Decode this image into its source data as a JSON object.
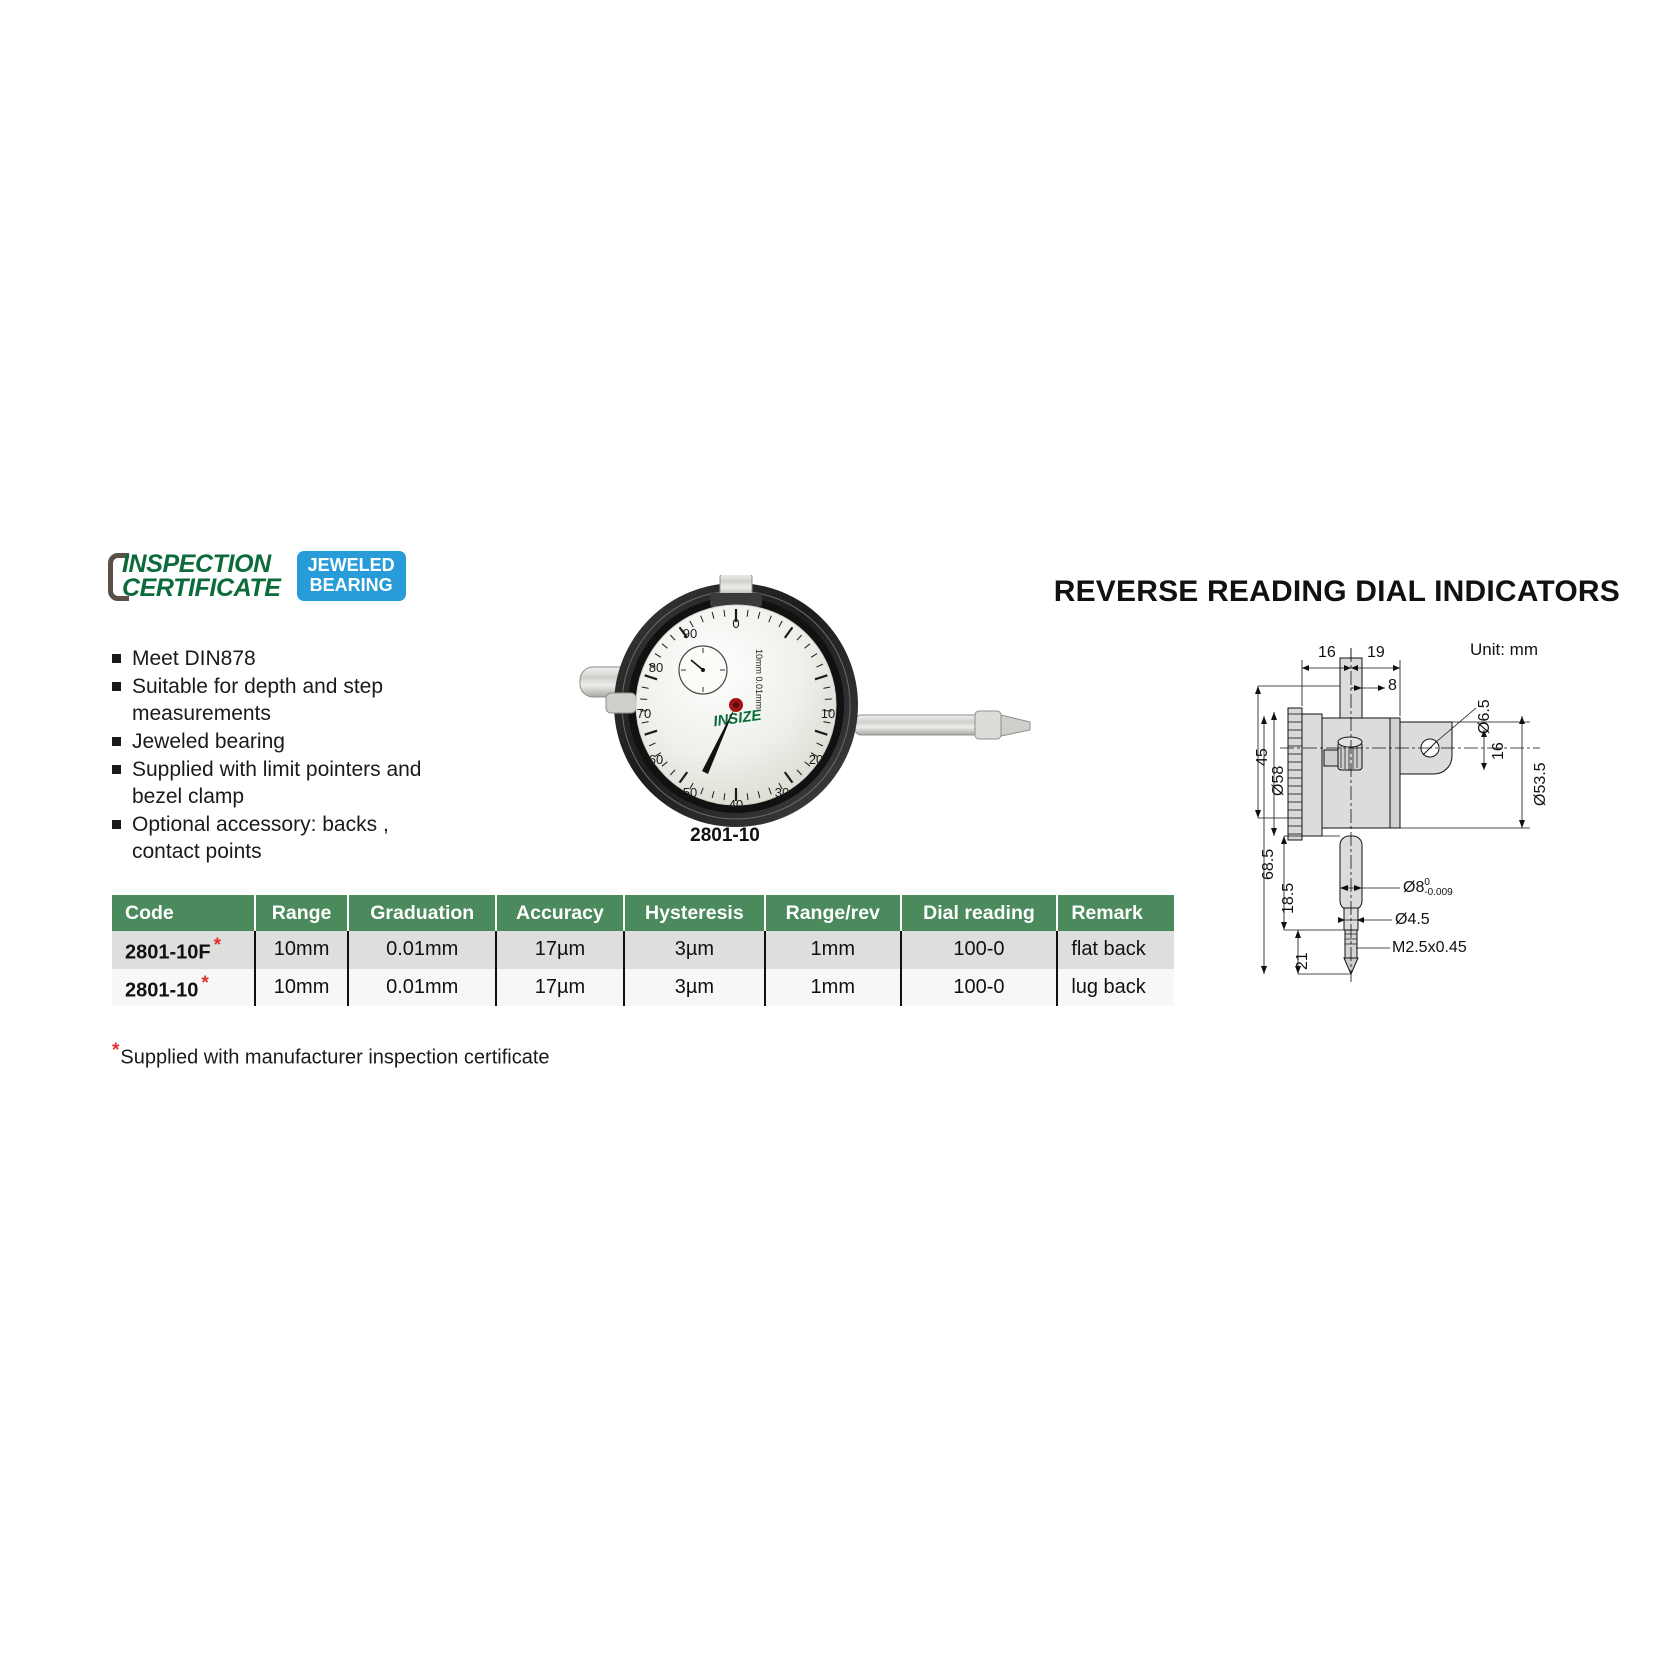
{
  "header": {
    "title": "REVERSE READING DIAL INDICATORS"
  },
  "badges": {
    "inspection": {
      "line1": "INSPECTION",
      "line2": "CERTIFICATE",
      "color": "#0b6b3a",
      "icon": "bracket-icon"
    },
    "jeweled": {
      "line1": "JEWELED",
      "line2": "BEARING",
      "color": "#279cd8"
    }
  },
  "features": [
    "Meet DIN878",
    "Suitable for depth and step measurements",
    "Jeweled bearing",
    "Supplied with limit pointers and bezel clamp",
    "Optional accessory: backs , contact points"
  ],
  "product": {
    "caption": "2801-10",
    "brand": "INSIZE",
    "dial": {
      "graduation_text": "0.01mm",
      "range_text": "10mm",
      "small_dial_text": "10mm 0.01mm",
      "major_ticks": [
        "0",
        "10",
        "20",
        "30",
        "40",
        "50",
        "60",
        "70",
        "80",
        "90"
      ]
    }
  },
  "table": {
    "headers": [
      "Code",
      "Range",
      "Graduation",
      "Accuracy",
      "Hysteresis",
      "Range/rev",
      "Dial reading",
      "Remark"
    ],
    "rows": [
      {
        "code": "2801-10F",
        "star": "*",
        "range": "10mm",
        "graduation": "0.01mm",
        "accuracy": "17µm",
        "hysteresis": "3µm",
        "range_rev": "1mm",
        "dial_reading": "100-0",
        "remark": "flat back"
      },
      {
        "code": "2801-10",
        "star": "*",
        "range": "10mm",
        "graduation": "0.01mm",
        "accuracy": "17µm",
        "hysteresis": "3µm",
        "range_rev": "1mm",
        "dial_reading": "100-0",
        "remark": "lug back"
      }
    ],
    "header_color": "#4a8a5c",
    "footnote_star": "*",
    "footnote": "Supplied with manufacturer inspection certificate"
  },
  "drawing": {
    "unit_label": "Unit: mm",
    "dimensions": {
      "top_left": "16",
      "top_right": "19",
      "stem_offset": "8",
      "height_45": "45",
      "dia_58": "Ø58",
      "dia_65": "Ø6.5",
      "dia_535": "Ø53.5",
      "lug_16": "16",
      "total_685": "68.5",
      "spindle_185": "18.5",
      "tip_21": "21",
      "dia_8_label": "Ø8",
      "dia_8_tol_upper": "0",
      "dia_8_tol_lower": "-0.009",
      "dia_45": "Ø4.5",
      "thread": "M2.5x0.45"
    }
  }
}
